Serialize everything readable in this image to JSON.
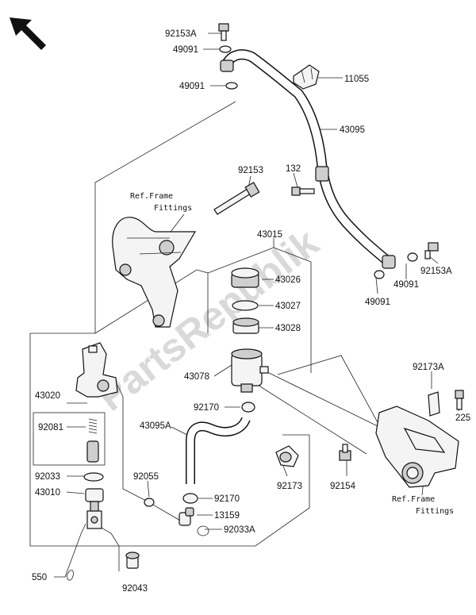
{
  "watermark": "PartsRepublik",
  "reference_notes": {
    "upper": [
      "Ref.Frame",
      "Fittings"
    ],
    "lower": [
      "Ref.Frame",
      "Fittings"
    ]
  },
  "part_labels": {
    "p92153A_top": "92153A",
    "p49091_top": "49091",
    "p49091_mid": "49091",
    "p11055": "11055",
    "p43095": "43095",
    "p92153": "92153",
    "p132": "132",
    "p43015": "43015",
    "p43026": "43026",
    "p43027": "43027",
    "p43028": "43028",
    "p43078": "43078",
    "p92170_top": "92170",
    "p43095A": "43095A",
    "p92173": "92173",
    "p92154": "92154",
    "p92173A": "92173A",
    "p225": "225",
    "p49091_r1": "49091",
    "p92153A_r": "92153A",
    "p49091_r2": "49091",
    "p43020": "43020",
    "p92081": "92081",
    "p92033": "92033",
    "p43010": "43010",
    "p92055": "92055",
    "p92170_bot": "92170",
    "p13159": "13159",
    "p92033A": "92033A",
    "p550": "550",
    "p92043": "92043"
  },
  "icons": {
    "orientation": "direction-arrow-icon"
  }
}
